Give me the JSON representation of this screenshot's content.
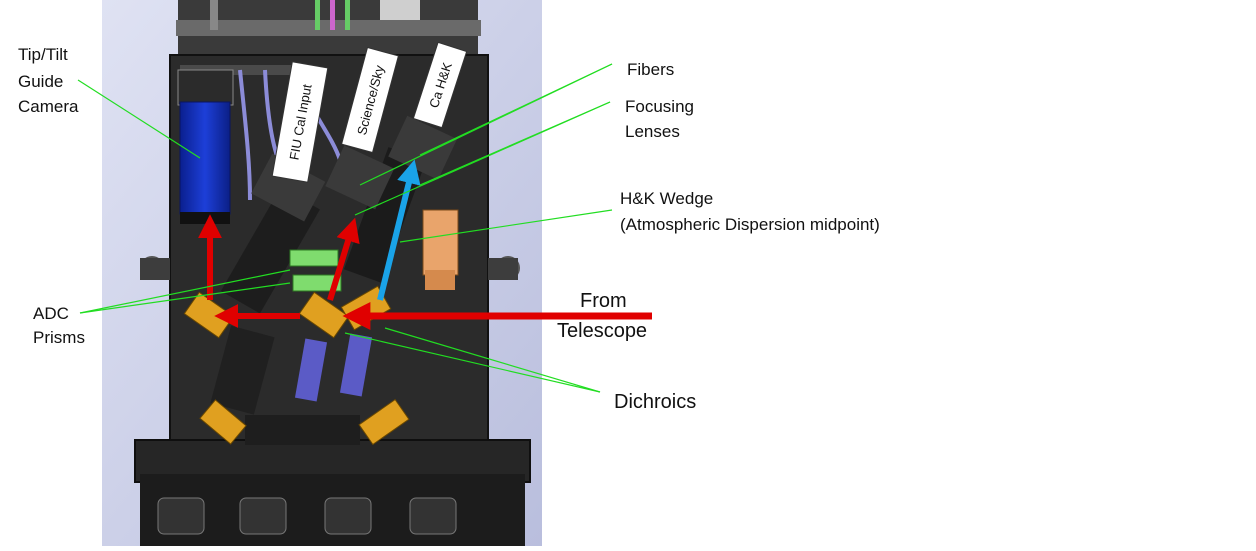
{
  "labels": {
    "tiptilt": [
      "Tip/Tilt",
      "Guide",
      "Camera"
    ],
    "adc": [
      "ADC",
      "Prisms"
    ],
    "fibers": [
      "Fibers"
    ],
    "focusing": [
      "Focusing",
      "Lenses"
    ],
    "hk_wedge": [
      "H&K Wedge",
      "(Atmospheric Dispersion midpoint)"
    ],
    "from_telescope": [
      "From",
      "Telescope"
    ],
    "dichroics": [
      "Dichroics"
    ]
  },
  "channel_tags": {
    "fiu": "FIU Cal Input",
    "science": "Science/Sky",
    "cahk": "Ca H&K"
  },
  "colors": {
    "red_beam": "#e00000",
    "blue_beam": "#1aa3e8",
    "pointer_lines": "#22dd22",
    "background": "#c9cde6"
  }
}
